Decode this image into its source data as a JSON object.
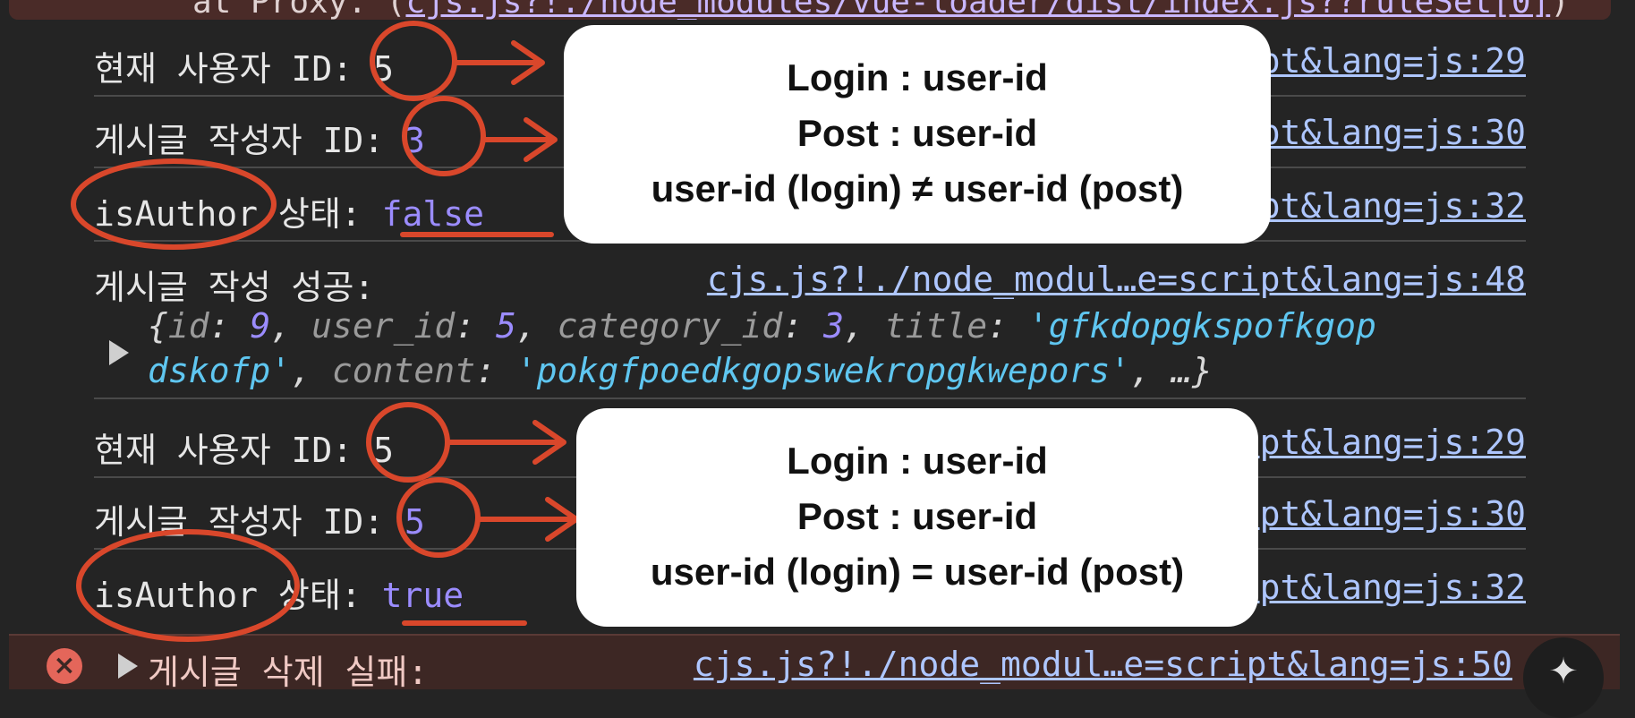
{
  "top_cut": {
    "text": "at Proxy.",
    "link": "cjs.js?!./node_modules/vue-loader/dist/index.js??ruleSet[0]"
  },
  "rows": [
    {
      "label": "현재 사용자 ID: ",
      "value": "5",
      "source": "cjs.js?!./node_modul…e=script&lang=js:29"
    },
    {
      "label": "게시글 작성자 ID: ",
      "value": "3",
      "source": "cjs.js?!./node_modul…e=script&lang=js:30"
    },
    {
      "label": "isAuthor 상태: ",
      "value": "false",
      "source": "cjs.js?!./node_modul…e=script&lang=js:32"
    },
    {
      "label": "게시글 작성 성공:",
      "value": "",
      "source": "cjs.js?!./node_modul…e=script&lang=js:48"
    },
    {
      "label": "현재 사용자 ID: ",
      "value": "5",
      "source": "cjs.js?!./node_modul…e=script&lang=js:29"
    },
    {
      "label": "게시글 작성자 ID: ",
      "value": "5",
      "source": "cjs.js?!./node_modul…e=script&lang=js:30"
    },
    {
      "label": "isAuthor 상태: ",
      "value": "true",
      "source": "cjs.js?!./node_modul…e=script&lang=js:32"
    }
  ],
  "object_preview": {
    "open": "{",
    "id_key": "id",
    "id_val": "9",
    "user_key": "user_id",
    "user_val": "5",
    "cat_key": "category_id",
    "cat_val": "3",
    "title_key": "title",
    "title_val_1": "'gfkdopgkspofkgop",
    "title_val_2": "dskofp'",
    "content_key": "content",
    "content_val": "'pokgfpoedkgopswekropgkwepors'",
    "tail": ", …}"
  },
  "error_row": {
    "message": "게시글 삭제 실패:",
    "source": "cjs.js?!./node_modul…e=script&lang=js:50",
    "icon": "error-x-icon"
  },
  "callout_1": {
    "line1": "Login : user-id",
    "line2": "Post : user-id",
    "line3": "user-id (login) ≠ user-id (post)"
  },
  "callout_2": {
    "line1": "Login : user-id",
    "line2": "Post : user-id",
    "line3": "user-id (login) = user-id (post)"
  },
  "colors": {
    "annotation_red": "#d9472b",
    "console_bg": "#242424",
    "value_purple": "#9b8cff",
    "string_cyan": "#5fc6f0",
    "link_blue": "#aec6ff"
  }
}
